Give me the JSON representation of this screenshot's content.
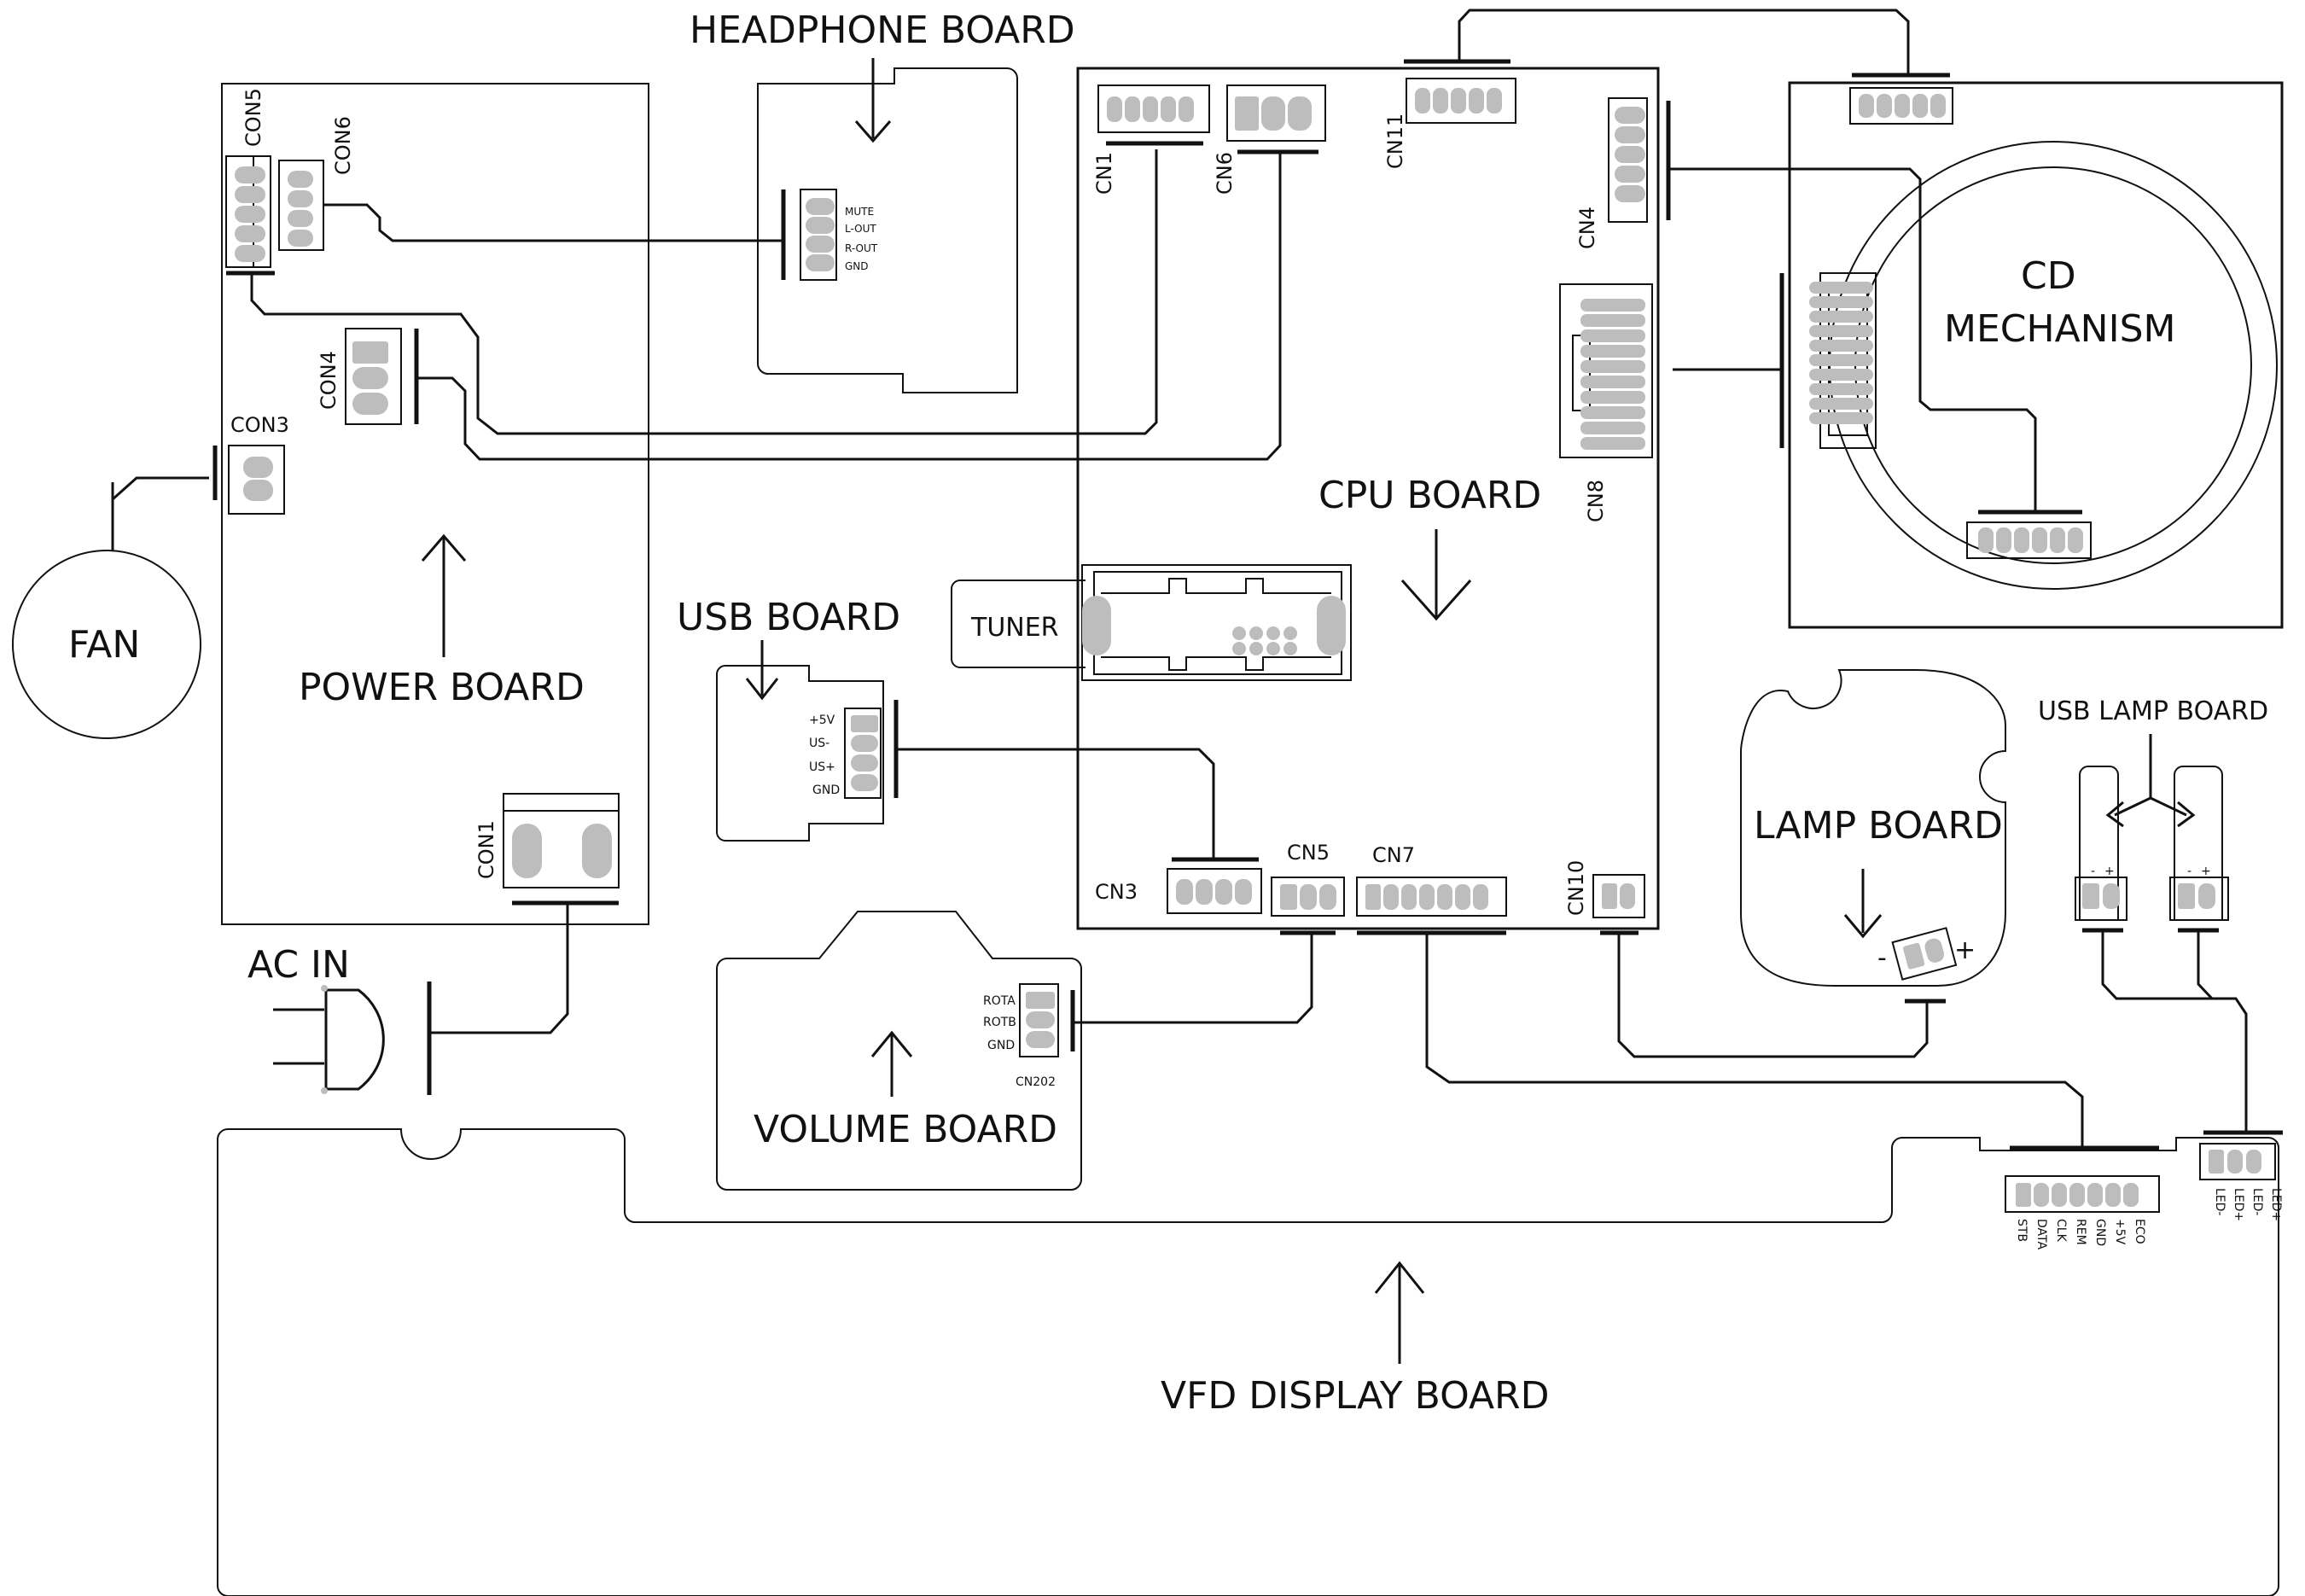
{
  "labels": {
    "headphone_board": "HEADPHONE BOARD",
    "power_board": "POWER BOARD",
    "cpu_board": "CPU BOARD",
    "usb_board": "USB BOARD",
    "tuner": "TUNER",
    "cd_mechanism_line1": "CD",
    "cd_mechanism_line2": "MECHANISM",
    "lamp_board": "LAMP BOARD",
    "usb_lamp_board": "USB LAMP BOARD",
    "volume_board": "VOLUME BOARD",
    "vfd_display_board": "VFD DISPLAY BOARD",
    "fan": "FAN",
    "ac_in": "AC IN"
  },
  "power_connectors": {
    "con5": "CON5",
    "con6": "CON6",
    "con4": "CON4",
    "con3": "CON3",
    "con1": "CON1"
  },
  "cpu_connectors": {
    "cn1": "CN1",
    "cn6": "CN6",
    "cn11": "CN11",
    "cn4": "CN4",
    "cn8": "CN8",
    "cn3": "CN3",
    "cn5": "CN5",
    "cn7": "CN7",
    "cn10": "CN10"
  },
  "headphone_pins": [
    "MUTE",
    "L-OUT",
    "R-OUT",
    "GND"
  ],
  "usb_pins": [
    "+5V",
    "US-",
    "US+",
    "GND"
  ],
  "volume_pins": [
    "ROTA",
    "ROTB",
    "GND"
  ],
  "volume_connector": "CN202",
  "vfd_pins": [
    "STB",
    "DATA",
    "CLK",
    "REM",
    "GND",
    "+5V",
    "ECO"
  ],
  "vfd_led_pins": [
    "LED-",
    "LED+",
    "LED-",
    "LED+"
  ],
  "polarity": {
    "minus": "-",
    "plus": "+"
  }
}
